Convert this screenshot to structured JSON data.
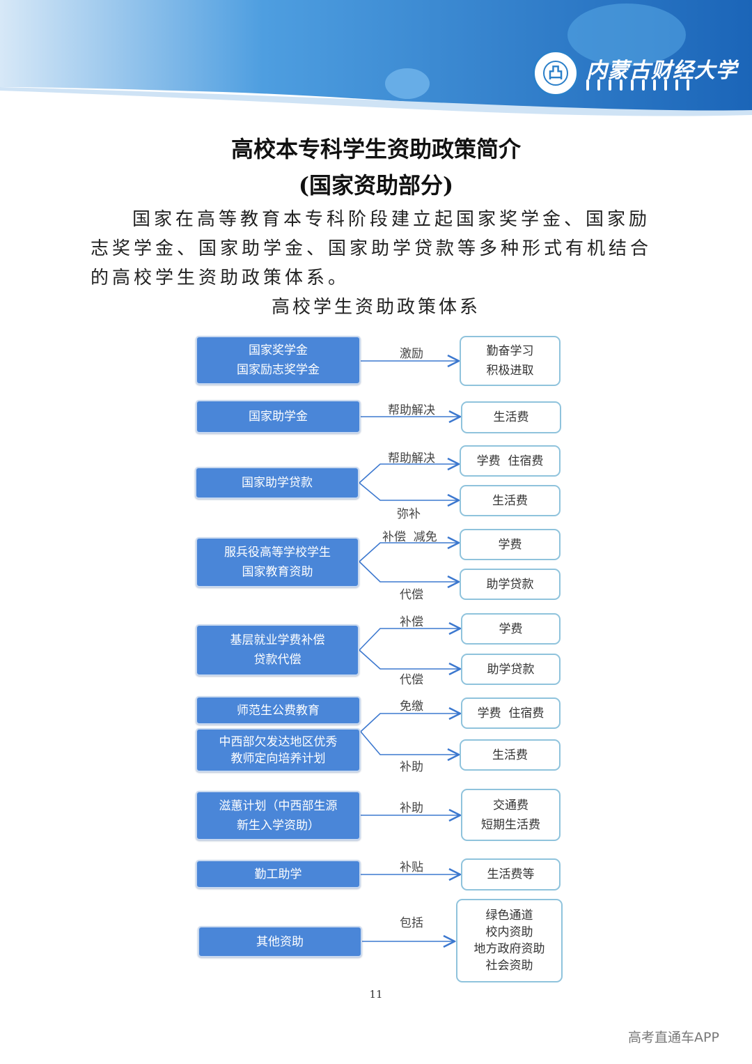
{
  "header": {
    "logo_name": "内蒙古财经大学",
    "colors": {
      "banner_light": "#cfe3f5",
      "banner_dark": "#1f6fc0"
    }
  },
  "title": {
    "line1": "高校本专科学生资助政策简介",
    "line2": "(国家资助部分)"
  },
  "intro": "国家在高等教育本专科阶段建立起国家奖学金、国家励志奖学金、国家助学金、国家助学贷款等多种形式有机结合的高校学生资助政策体系。",
  "diagram": {
    "title": "高校学生资助政策体系",
    "left_boxes": [
      {
        "lines": [
          "国家奖学金",
          "国家励志奖学金"
        ]
      },
      {
        "lines": [
          "国家助学金"
        ]
      },
      {
        "lines": [
          "国家助学贷款"
        ]
      },
      {
        "lines": [
          "服兵役高等学校学生",
          "国家教育资助"
        ]
      },
      {
        "lines": [
          "基层就业学费补偿",
          "贷款代偿"
        ]
      },
      {
        "lines": [
          "师范生公费教育"
        ]
      },
      {
        "lines": [
          "中西部欠发达地区优秀",
          "教师定向培养计划"
        ]
      },
      {
        "lines": [
          "滋蕙计划（中西部生源",
          "新生入学资助）"
        ]
      },
      {
        "lines": [
          "勤工助学"
        ]
      },
      {
        "lines": [
          "其他资助"
        ]
      }
    ],
    "right_boxes": [
      {
        "lines": [
          "勤奋学习",
          "积极进取"
        ]
      },
      {
        "lines": [
          "生活费"
        ]
      },
      {
        "lines": [
          "学费  住宿费"
        ]
      },
      {
        "lines": [
          "生活费"
        ]
      },
      {
        "lines": [
          "学费"
        ]
      },
      {
        "lines": [
          "助学贷款"
        ]
      },
      {
        "lines": [
          "学费"
        ]
      },
      {
        "lines": [
          "助学贷款"
        ]
      },
      {
        "lines": [
          "学费  住宿费"
        ]
      },
      {
        "lines": [
          "生活费"
        ]
      },
      {
        "lines": [
          "交通费",
          "短期生活费"
        ]
      },
      {
        "lines": [
          "生活费等"
        ]
      },
      {
        "lines": [
          "绿色通道",
          "校内资助",
          "地方政府资助",
          "社会资助"
        ]
      }
    ],
    "edge_labels": [
      "激励",
      "帮助解决",
      "帮助解决",
      "弥补",
      "补偿  减免",
      "代偿",
      "补偿",
      "代偿",
      "免缴",
      "补助",
      "补助",
      "补贴",
      "包括"
    ]
  },
  "page_number": "11",
  "watermark": "高考直通车APP"
}
